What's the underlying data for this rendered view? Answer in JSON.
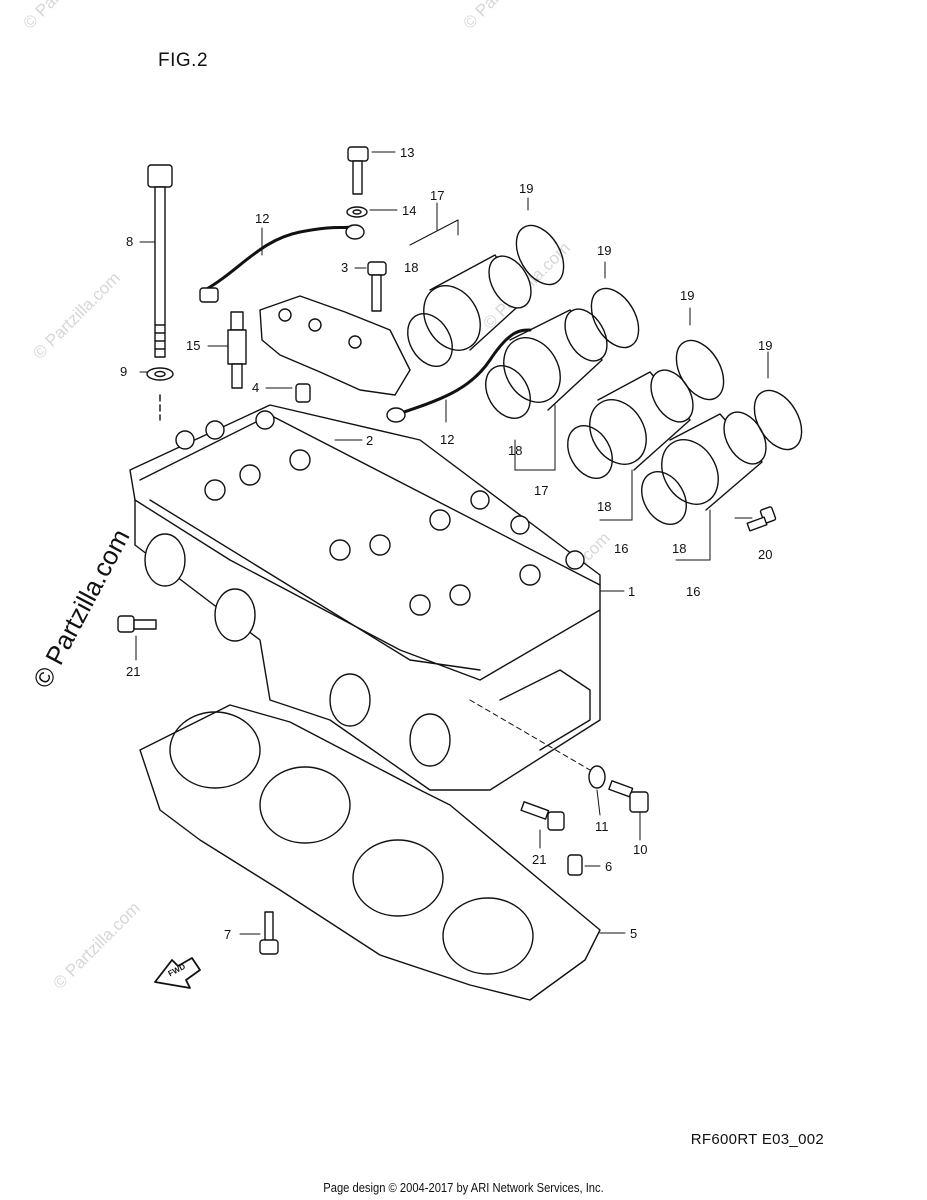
{
  "figure": {
    "title": "FIG.2",
    "code": "RF600RT E03_002"
  },
  "watermark": {
    "text": "© Partzilla.com",
    "side_text": "© Partzilla.com"
  },
  "fwd_label": "FWD",
  "callouts": [
    {
      "id": "1",
      "text": "1"
    },
    {
      "id": "2",
      "text": "2"
    },
    {
      "id": "3",
      "text": "3"
    },
    {
      "id": "4",
      "text": "4"
    },
    {
      "id": "5",
      "text": "5"
    },
    {
      "id": "6",
      "text": "6"
    },
    {
      "id": "7",
      "text": "7"
    },
    {
      "id": "8",
      "text": "8"
    },
    {
      "id": "9",
      "text": "9"
    },
    {
      "id": "10",
      "text": "10"
    },
    {
      "id": "11",
      "text": "11"
    },
    {
      "id": "12a",
      "text": "12"
    },
    {
      "id": "12b",
      "text": "12"
    },
    {
      "id": "13",
      "text": "13"
    },
    {
      "id": "14",
      "text": "14"
    },
    {
      "id": "15",
      "text": "15"
    },
    {
      "id": "16a",
      "text": "16"
    },
    {
      "id": "16b",
      "text": "16"
    },
    {
      "id": "17a",
      "text": "17"
    },
    {
      "id": "17b",
      "text": "17"
    },
    {
      "id": "18a",
      "text": "18"
    },
    {
      "id": "18b",
      "text": "18"
    },
    {
      "id": "18c",
      "text": "18"
    },
    {
      "id": "18d",
      "text": "18"
    },
    {
      "id": "19a",
      "text": "19"
    },
    {
      "id": "19b",
      "text": "19"
    },
    {
      "id": "19c",
      "text": "19"
    },
    {
      "id": "19d",
      "text": "19"
    },
    {
      "id": "20",
      "text": "20"
    },
    {
      "id": "21a",
      "text": "21"
    },
    {
      "id": "21b",
      "text": "21"
    }
  ],
  "footer": "Page design © 2004-2017 by ARI Network Services, Inc."
}
